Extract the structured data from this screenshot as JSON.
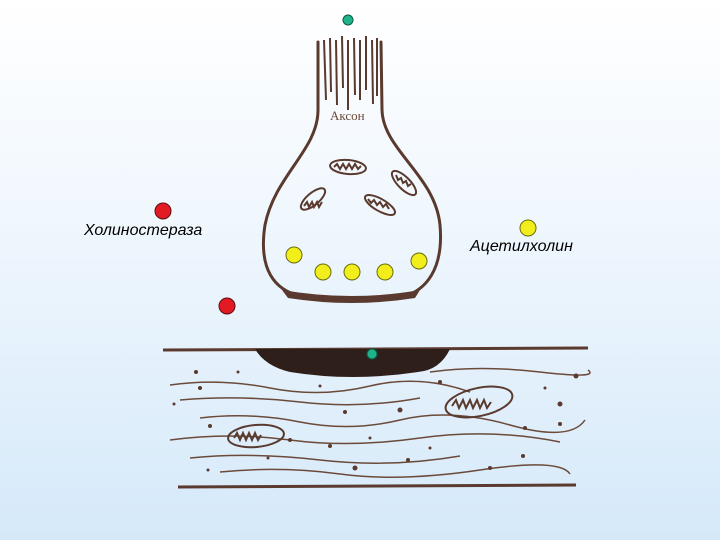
{
  "labels": {
    "axon": "Аксон",
    "cholinesterase": "Холиностераза",
    "acetylcholine": "Ацетилхолин"
  },
  "colors": {
    "membrane": "#5a3a2e",
    "cholinesterase": "#e21a23",
    "acetylcholine": "#f2ee1c",
    "mediator": "#1fb38c"
  }
}
